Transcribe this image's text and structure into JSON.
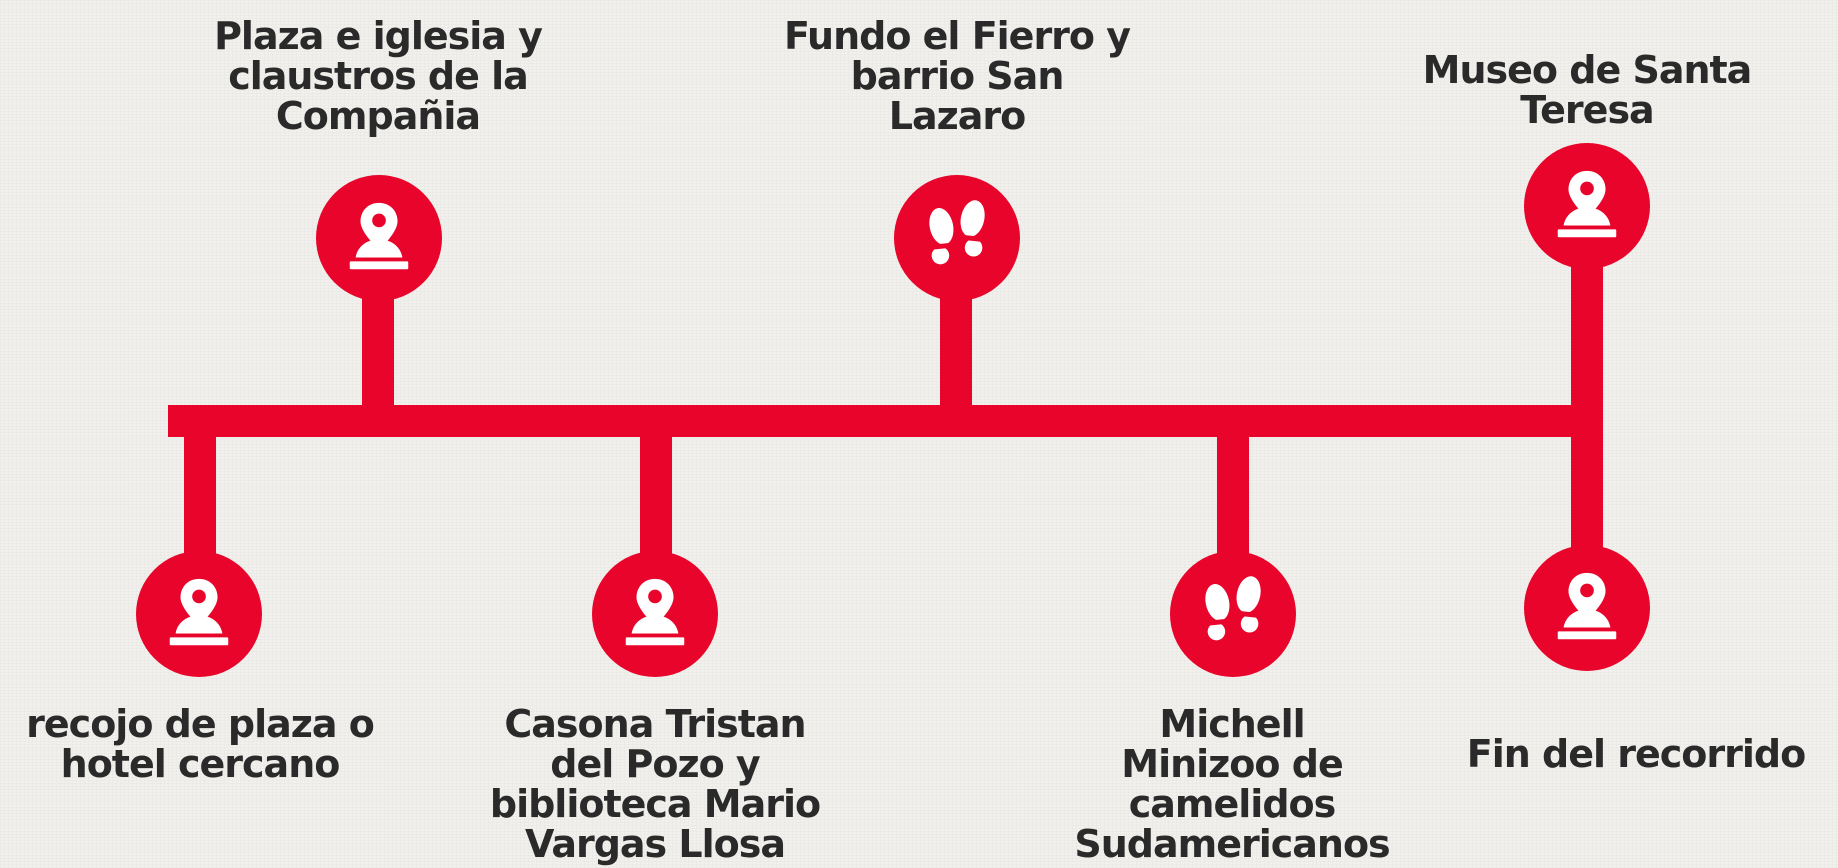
{
  "colors": {
    "accent": "#e8042a",
    "text": "#2a2a2a",
    "background": "#f1f0ec"
  },
  "stops": [
    {
      "label": "recojo de plaza o\nhotel cercano",
      "icon": "location-pin-icon"
    },
    {
      "label": "Plaza e iglesia y\nclaustros  de la\nCompañia",
      "icon": "location-pin-icon"
    },
    {
      "label": "Casona Tristan\ndel Pozo y\nbiblioteca Mario\nVargas Llosa",
      "icon": "location-pin-icon"
    },
    {
      "label": "Fundo el Fierro y\nbarrio San\nLazaro",
      "icon": "footprints-icon"
    },
    {
      "label": "Michell\nMinizoo de\ncamelidos\nSudamericanos",
      "icon": "footprints-icon"
    },
    {
      "label": "Museo de Santa\nTeresa",
      "icon": "location-pin-icon"
    },
    {
      "label": "Fin del recorrido",
      "icon": "location-pin-icon"
    }
  ]
}
